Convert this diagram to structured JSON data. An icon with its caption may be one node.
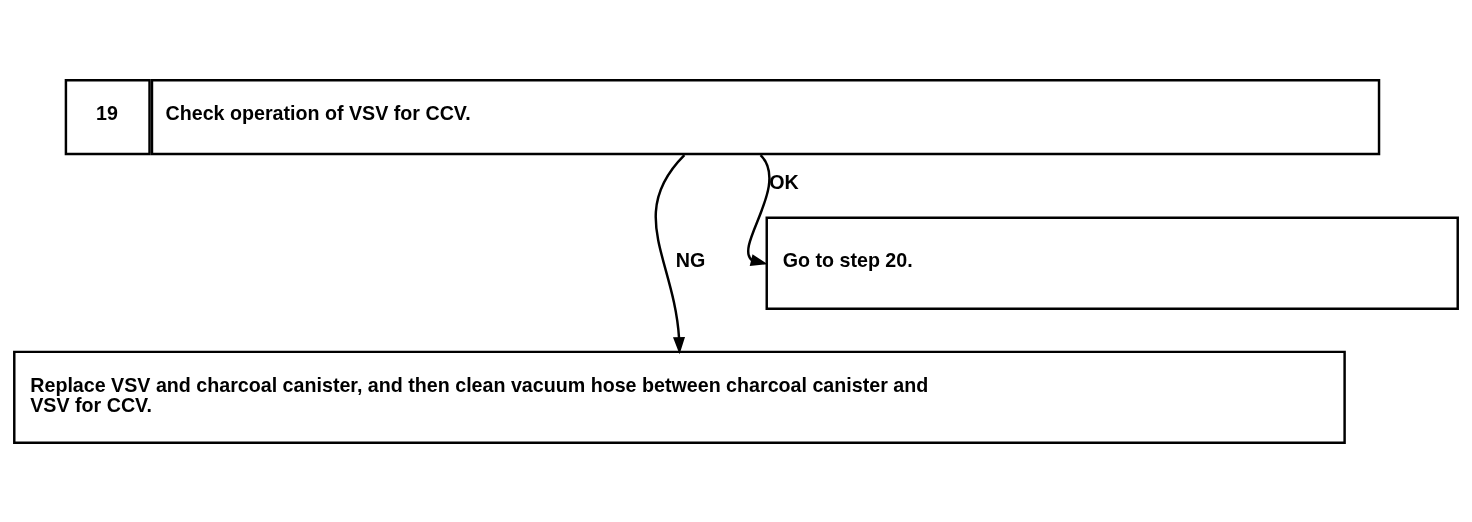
{
  "diagram": {
    "nodes": [
      {
        "text": [
          "19",
          "Check operation of VSV for CCV."
        ]
      },
      {
        "text": [
          "Go to step 20."
        ]
      },
      {
        "text": [
          "Replace VSV and charcoal canister, and then clean vacuum hose between charcoal canister and VSV for CCV."
        ]
      }
    ],
    "edges": [
      {
        "from": 0,
        "to": 1,
        "arrow": "to",
        "label": "OK"
      },
      {
        "from": 0,
        "to": 2,
        "arrow": "to",
        "label": "NG"
      }
    ]
  }
}
